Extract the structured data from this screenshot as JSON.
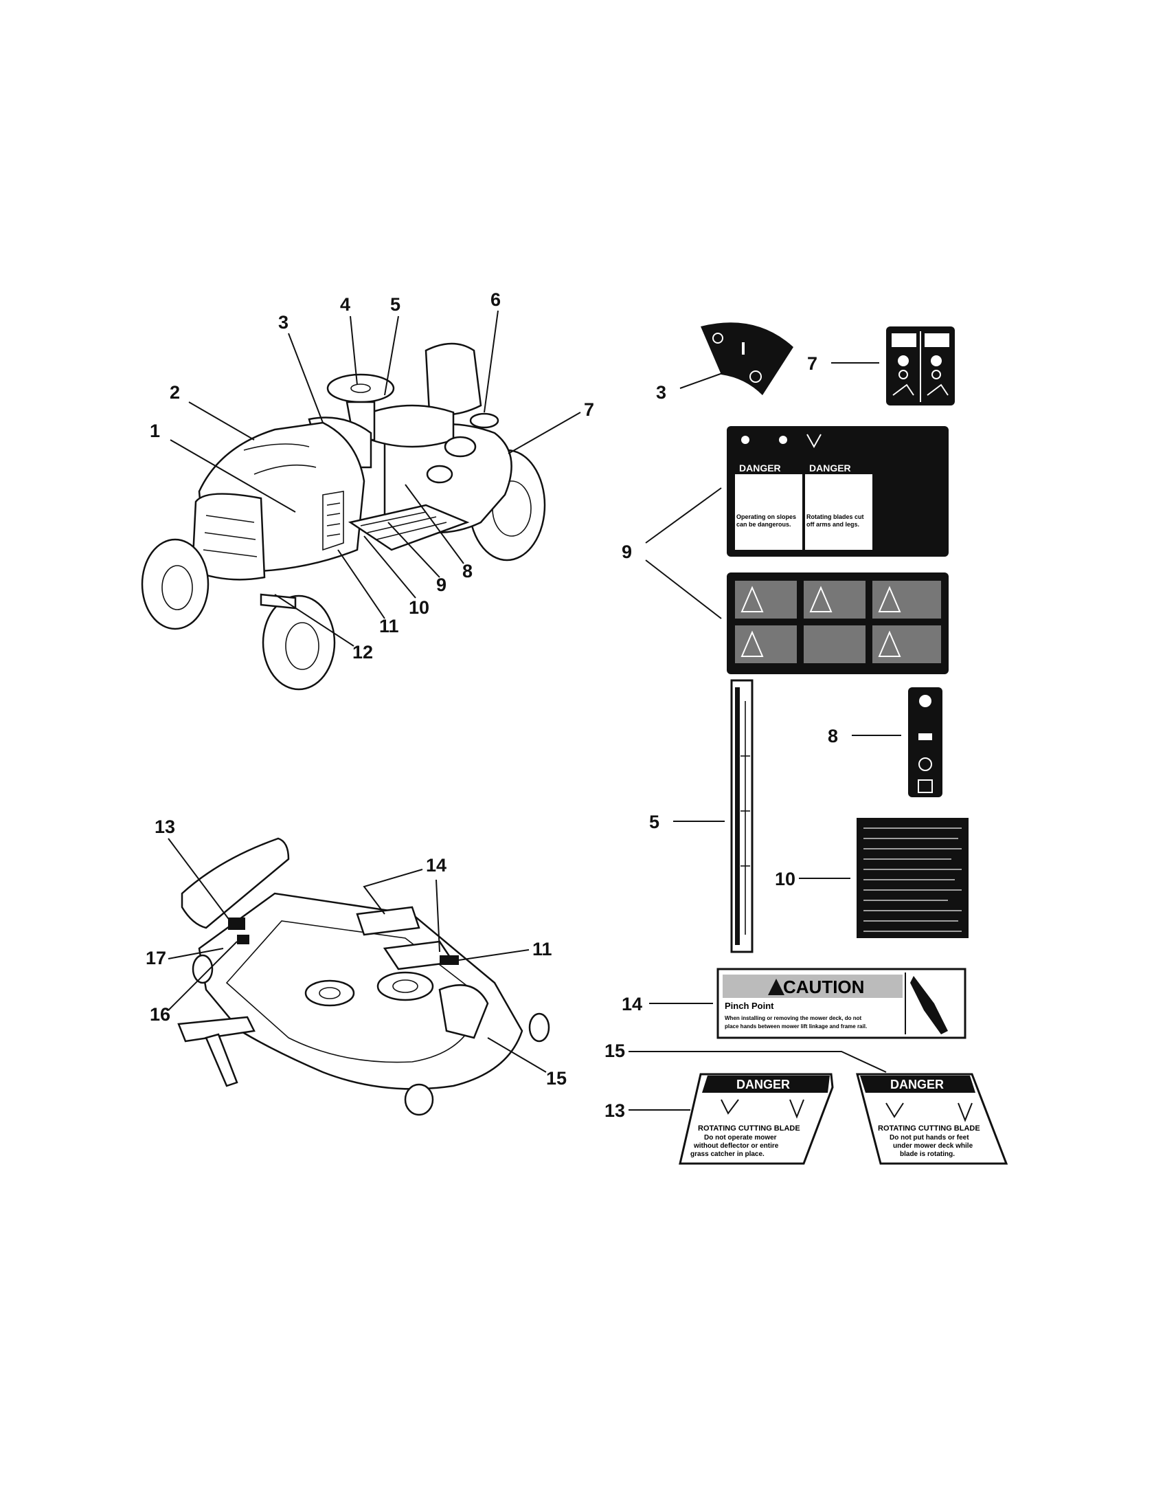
{
  "callouts": {
    "tractor": [
      "1",
      "2",
      "3",
      "4",
      "5",
      "6",
      "7",
      "8",
      "9",
      "10",
      "11",
      "12"
    ],
    "deck": [
      "13",
      "14",
      "11",
      "17",
      "16",
      "15"
    ],
    "decals": [
      "3",
      "7",
      "9",
      "8",
      "5",
      "10",
      "14",
      "15",
      "13"
    ]
  },
  "decal_text": {
    "danger": "DANGER",
    "caution": "CAUTION",
    "pinch_point": "Pinch Point",
    "pinch_point_body_1": "When installing or removing the mower deck, do not",
    "pinch_point_body_2": "place hands between mower lift linkage and frame rail.",
    "slopes_1": "Operating on slopes",
    "slopes_2": "can be dangerous.",
    "blades_1": "Rotating blades cut",
    "blades_2": "off arms and legs.",
    "rotating_blade": "ROTATING CUTTING BLADE",
    "deflector_1": "Do not operate mower",
    "deflector_2": "without deflector or entire",
    "deflector_3": "grass catcher in place.",
    "hands_feet_1": "Do not put hands or feet",
    "hands_feet_2": "under mower deck while",
    "hands_feet_3": "blade is rotating."
  },
  "colors": {
    "ink": "#111111",
    "paper": "#ffffff"
  }
}
